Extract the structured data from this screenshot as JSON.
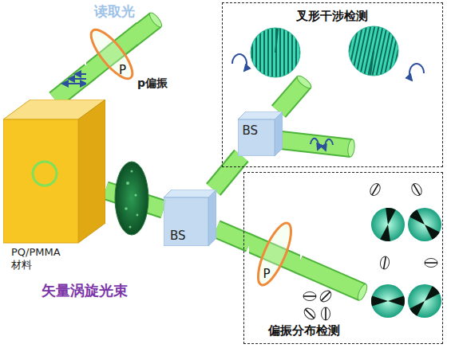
{
  "diagram": {
    "nodes": [
      {
        "text": [
          "叉形干涉检测"
        ]
      },
      {
        "text": [
          "BS"
        ],
        "in": 0
      },
      {
        "text": [
          "P"
        ]
      },
      {
        "text": [
          "PQ/PMMA 材料"
        ]
      },
      {
        "text": [
          "BS"
        ]
      },
      {
        "text": [
          "偏振分布检测"
        ]
      },
      {
        "text": [
          "P"
        ],
        "in": 5
      }
    ],
    "edges": [
      {
        "from": 2,
        "to": 3,
        "arrow": "none"
      },
      {
        "from": 3,
        "to": 4,
        "arrow": "none"
      },
      {
        "from": 4,
        "to": 1,
        "arrow": "none"
      },
      {
        "from": 4,
        "to": 6,
        "arrow": "none"
      }
    ],
    "labels": [
      "读取光",
      "p偏振",
      "矢量涡旋光束"
    ]
  }
}
